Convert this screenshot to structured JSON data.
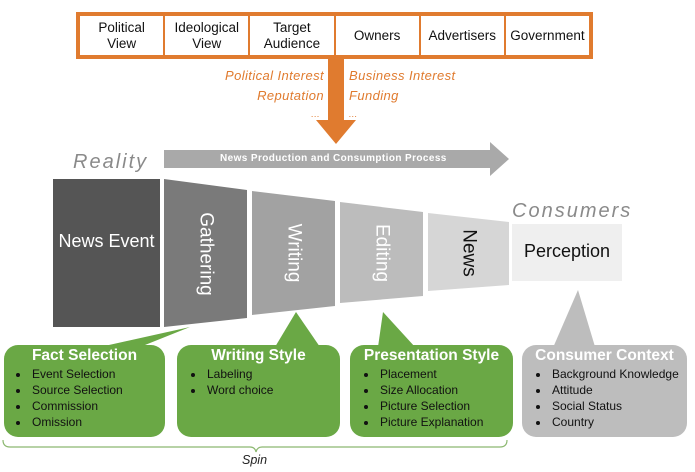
{
  "influences": [
    {
      "label": "Political View"
    },
    {
      "label": "Ideological View"
    },
    {
      "label": "Target Audience"
    },
    {
      "label": "Owners"
    },
    {
      "label": "Advertisers"
    },
    {
      "label": "Government"
    }
  ],
  "interests_left": [
    "Political Interest",
    "Reputation",
    "..."
  ],
  "interests_right": [
    "Business Interest",
    "Funding",
    "..."
  ],
  "process_label": "News Production and Consumption Process",
  "reality_label": "Reality",
  "consumers_label": "Consumers",
  "stages": {
    "event": "News Event",
    "gathering": "Gathering",
    "writing": "Writing",
    "editing": "Editing",
    "news": "News",
    "perception": "Perception"
  },
  "bubbles": [
    {
      "title": "Fact Selection",
      "items": [
        "Event Selection",
        "Source Selection",
        "Commission",
        "Omission"
      ]
    },
    {
      "title": "Writing Style",
      "items": [
        "Labeling",
        "Word choice"
      ]
    },
    {
      "title": "Presentation Style",
      "items": [
        "Placement",
        "Size Allocation",
        "Picture Selection",
        "Picture Explanation"
      ]
    },
    {
      "title": "Consumer Context",
      "items": [
        "Background Knowledge",
        "Attitude",
        "Social Status",
        "Country"
      ]
    }
  ],
  "spin_label": "Spin",
  "colors": {
    "orange": "#e07b2f",
    "green": "#6aa845",
    "consumer_gray": "#bdbdbd",
    "event": "#555555",
    "gathering": "#7a7a7a",
    "writing": "#a2a2a2",
    "editing": "#bcbcbc",
    "news": "#d6d6d6",
    "perception": "#efefef"
  }
}
